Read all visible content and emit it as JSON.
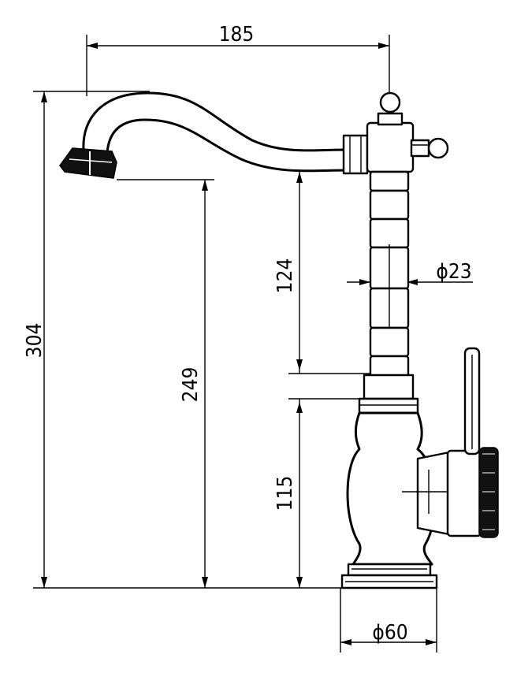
{
  "dimensions": {
    "spout_reach": "185",
    "total_height": "304",
    "spout_height": "249",
    "column_height": "124",
    "body_height": "115",
    "column_diameter": "ϕ23",
    "base_diameter": "ϕ60"
  }
}
